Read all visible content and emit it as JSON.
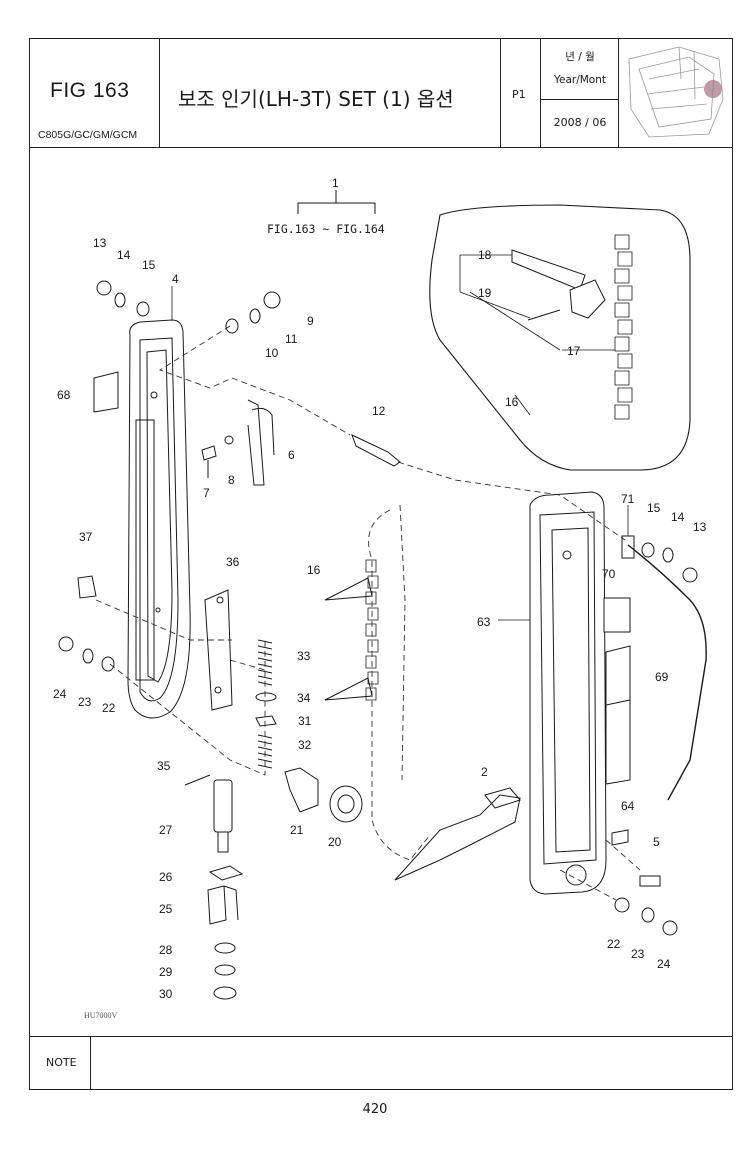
{
  "header": {
    "fig_label": "FIG 163",
    "model": "C805G/GC/GM/GCM",
    "title": "보조 인기(LH-3T) SET (1) 옵션",
    "page_code": "P1",
    "year_label_kr": "년 / 월",
    "year_label_en": "Year/Mont",
    "year_value": "2008 / 06"
  },
  "drawing": {
    "set_ref": "1",
    "fig_range": "FIG.163 ~ FIG.164",
    "drawing_code": "HU7000V",
    "callouts": [
      "13",
      "14",
      "15",
      "4",
      "10",
      "11",
      "9",
      "68",
      "12",
      "6",
      "7",
      "8",
      "37",
      "36",
      "33",
      "34",
      "31",
      "32",
      "24",
      "23",
      "22",
      "16",
      "35",
      "27",
      "21",
      "20",
      "26",
      "25",
      "28",
      "29",
      "30",
      "18",
      "19",
      "17",
      "16",
      "71",
      "15",
      "14",
      "13",
      "70",
      "63",
      "69",
      "2",
      "64",
      "5",
      "22",
      "23",
      "24"
    ]
  },
  "note": {
    "label": "NOTE"
  },
  "footer": {
    "page_number": "420"
  }
}
